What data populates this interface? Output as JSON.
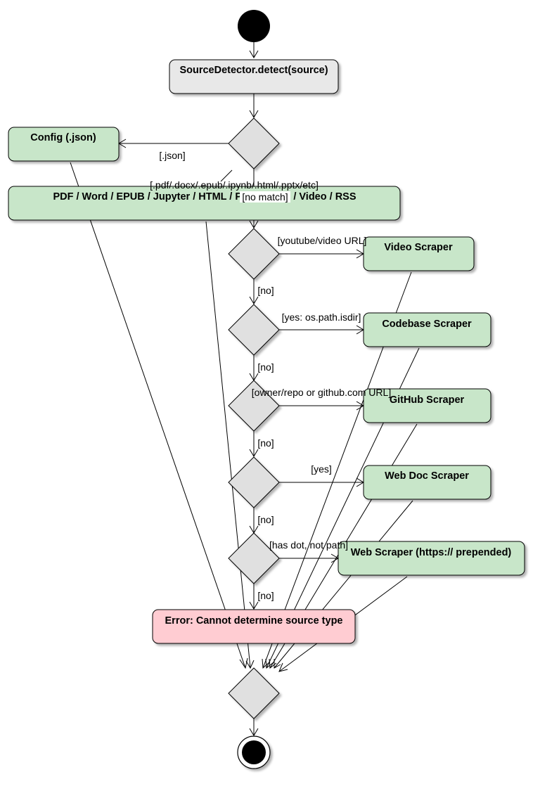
{
  "nodes": {
    "detect": "SourceDetector.detect(source)",
    "config": "Config (.json)",
    "documents": "PDF / Word / EPUB / Jupyter / HTML / PPTX / Man / Video / RSS",
    "video": "Video Scraper",
    "codebase": "Codebase Scraper",
    "github": "GitHub Scraper",
    "webdoc": "Web Doc Scraper",
    "webscraper": "Web Scraper (https:// prepended)",
    "error": "Error: Cannot determine source type"
  },
  "edges": {
    "json": "[.json]",
    "docs": "[.pdf/.docx/.epub/.ipynb/.html/.pptx/etc]",
    "nomatch": "[no match]",
    "youtube": "[youtube/video URL]",
    "no1": "[no]",
    "isdir": "[yes: os.path.isdir]",
    "no2": "[no]",
    "github": "[owner/repo or github.com URL]",
    "no3": "[no]",
    "yes": "[yes]",
    "no4": "[no]",
    "dot": "[has dot, not path]",
    "no5": "[no]"
  }
}
